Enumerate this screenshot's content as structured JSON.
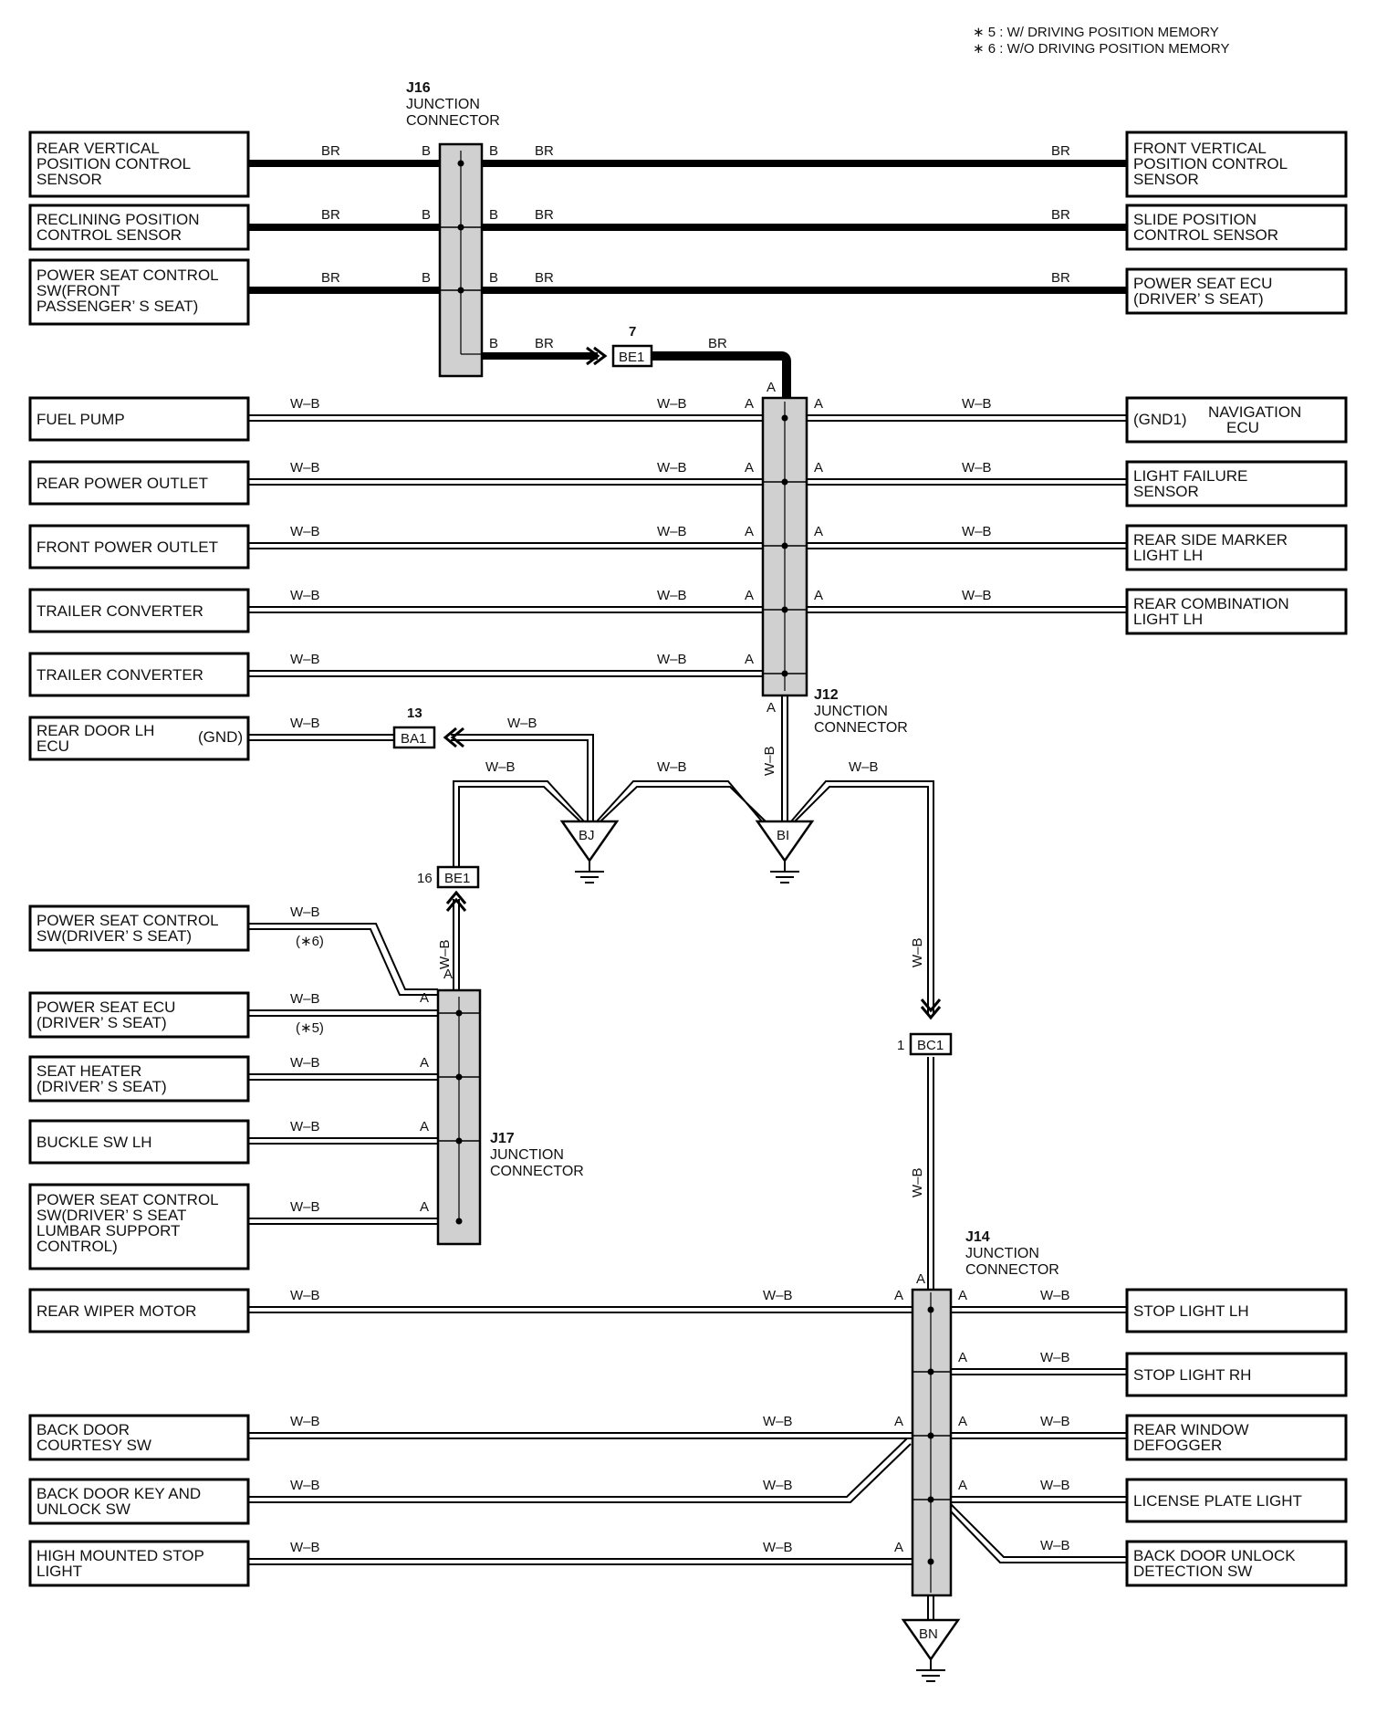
{
  "notes": [
    "∗ 5 : W/ DRIVING POSITION MEMORY",
    "∗ 6 : W/O DRIVING POSITION MEMORY"
  ],
  "junctions": {
    "j16": {
      "id": "J16",
      "line1": "JUNCTION",
      "line2": "CONNECTOR"
    },
    "j12": {
      "id": "J12",
      "line1": "JUNCTION",
      "line2": "CONNECTOR"
    },
    "j17": {
      "id": "J17",
      "line1": "JUNCTION",
      "line2": "CONNECTOR"
    },
    "j14": {
      "id": "J14",
      "line1": "JUNCTION",
      "line2": "CONNECTOR"
    }
  },
  "inline_connectors": {
    "be1_top": {
      "code": "BE1",
      "pin": "7"
    },
    "ba1": {
      "code": "BA1",
      "pin": "13"
    },
    "be1_mid": {
      "code": "BE1",
      "pin": "16"
    },
    "bc1": {
      "code": "BC1",
      "pin": "1"
    }
  },
  "grounds": {
    "bj": "BJ",
    "bi": "BI",
    "bn": "BN"
  },
  "wire_colors": {
    "br": "BR",
    "wb": "W–B"
  },
  "pins": {
    "a": "A",
    "b": "B"
  },
  "variants": {
    "v6": "(∗6)",
    "v5": "(∗5)"
  },
  "components_left": {
    "rear_vertical": [
      "REAR VERTICAL",
      "POSITION CONTROL",
      "SENSOR"
    ],
    "reclining": [
      "RECLINING POSITION",
      "CONTROL SENSOR"
    ],
    "ps_sw_front": [
      "POWER SEAT CONTROL",
      "SW(FRONT",
      "PASSENGER’ S SEAT)"
    ],
    "fuel_pump": [
      "FUEL PUMP"
    ],
    "rear_power": [
      "REAR POWER OUTLET"
    ],
    "front_power": [
      "FRONT POWER OUTLET"
    ],
    "trailer1": [
      "TRAILER CONVERTER"
    ],
    "trailer2": [
      "TRAILER CONVERTER"
    ],
    "rear_door_ecu": [
      "REAR DOOR LH",
      "ECU"
    ],
    "rear_door_gnd": "(GND)",
    "ps_sw_driver": [
      "POWER SEAT CONTROL",
      "SW(DRIVER’ S SEAT)"
    ],
    "ps_ecu_driver": [
      "POWER SEAT ECU",
      "(DRIVER’ S SEAT)"
    ],
    "seat_heater": [
      "SEAT HEATER",
      "(DRIVER’ S SEAT)"
    ],
    "buckle": [
      "BUCKLE SW LH"
    ],
    "ps_lumbar": [
      "POWER SEAT CONTROL",
      "SW(DRIVER’ S SEAT",
      "LUMBAR SUPPORT",
      "CONTROL)"
    ],
    "rear_wiper": [
      "REAR WIPER MOTOR"
    ],
    "back_courtesy": [
      "BACK DOOR",
      "COURTESY SW"
    ],
    "back_key": [
      "BACK DOOR KEY AND",
      "UNLOCK SW"
    ],
    "high_stop": [
      "HIGH MOUNTED STOP",
      "LIGHT"
    ]
  },
  "components_right": {
    "front_vertical": [
      "FRONT VERTICAL",
      "POSITION CONTROL",
      "SENSOR"
    ],
    "slide": [
      "SLIDE POSITION",
      "CONTROL SENSOR"
    ],
    "ps_ecu": [
      "POWER SEAT ECU",
      "(DRIVER’ S SEAT)"
    ],
    "nav_gnd": "(GND1)",
    "nav_ecu": [
      "NAVIGATION",
      "ECU"
    ],
    "light_failure": [
      "LIGHT FAILURE",
      "SENSOR"
    ],
    "rear_side_marker": [
      "REAR SIDE MARKER",
      "LIGHT LH"
    ],
    "rear_combination": [
      "REAR COMBINATION",
      "LIGHT LH"
    ],
    "stop_lh": [
      "STOP LIGHT LH"
    ],
    "stop_rh": [
      "STOP LIGHT RH"
    ],
    "rear_window": [
      "REAR WINDOW",
      "DEFOGGER"
    ],
    "license": [
      "LICENSE PLATE LIGHT"
    ],
    "back_unlock": [
      "BACK DOOR UNLOCK",
      "DETECTION SW"
    ]
  }
}
